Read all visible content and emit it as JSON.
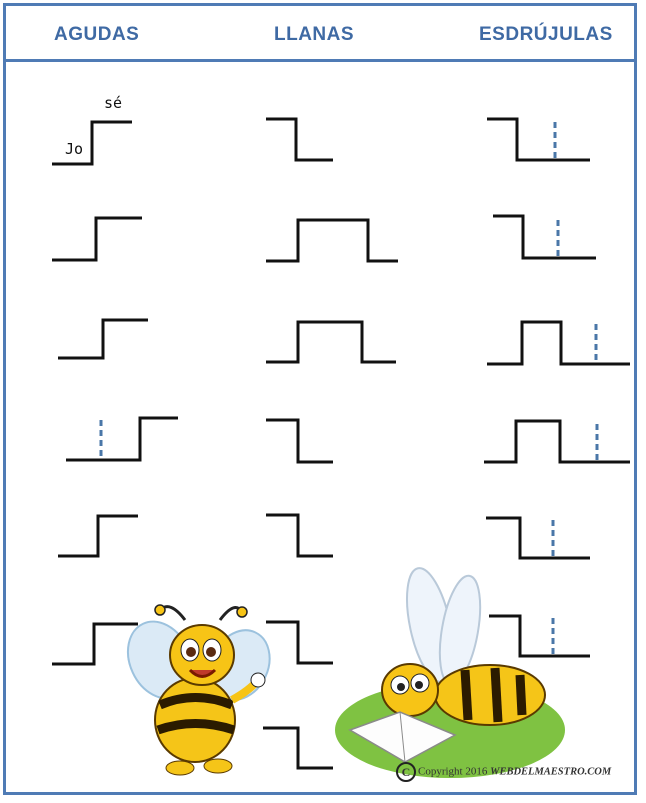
{
  "columns": {
    "agudas": "AGUDAS",
    "llanas": "LLANAS",
    "esdrujulas": "ESDRÚJULAS"
  },
  "example": {
    "syllable_1": "Jo",
    "syllable_2": "sé"
  },
  "credit": {
    "symbol": "C",
    "text": "Copyright 2016 ",
    "site": "WEBDELMAESTRO.COM"
  },
  "colors": {
    "frame": "#4f7bb5",
    "header_text": "#3f6aa4",
    "dashed_marker": "#4a77a8"
  },
  "illustrations": [
    "bee-waving",
    "bee-reading-book"
  ]
}
